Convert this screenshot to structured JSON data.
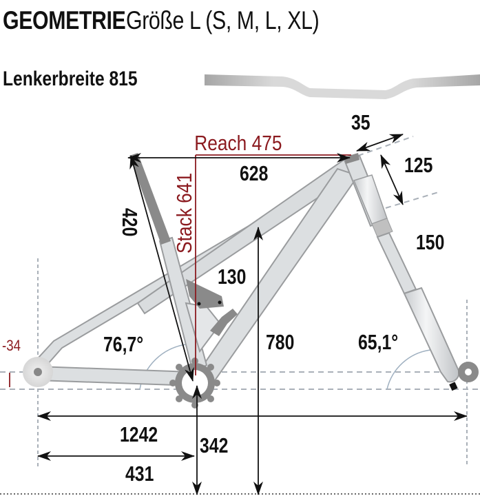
{
  "header": {
    "title_bold": "GEOMETRIE",
    "title_light": "Größe L (S, M, L, XL)",
    "handlebar_label": "Lenkerbreite 815"
  },
  "measurements": {
    "reach": "Reach 475",
    "stack": "Stack 641",
    "top_tube": "628",
    "seat_tube": "420",
    "stem_length": "35",
    "head_tube": "125",
    "fork_travel": "150",
    "rear_travel": "130",
    "wheelbase": "1242",
    "chainstay": "431",
    "bb_height": "342",
    "standover": "780",
    "seat_angle": "76,7°",
    "head_angle": "65,1°",
    "bb_drop": "-34"
  },
  "colors": {
    "red_accent": "#8b1a1f",
    "frame": "#dcdfe1",
    "frame_stroke": "#9a9c9e",
    "dark_part": "#8a8a8a",
    "dashed": "#a9b0b8"
  }
}
